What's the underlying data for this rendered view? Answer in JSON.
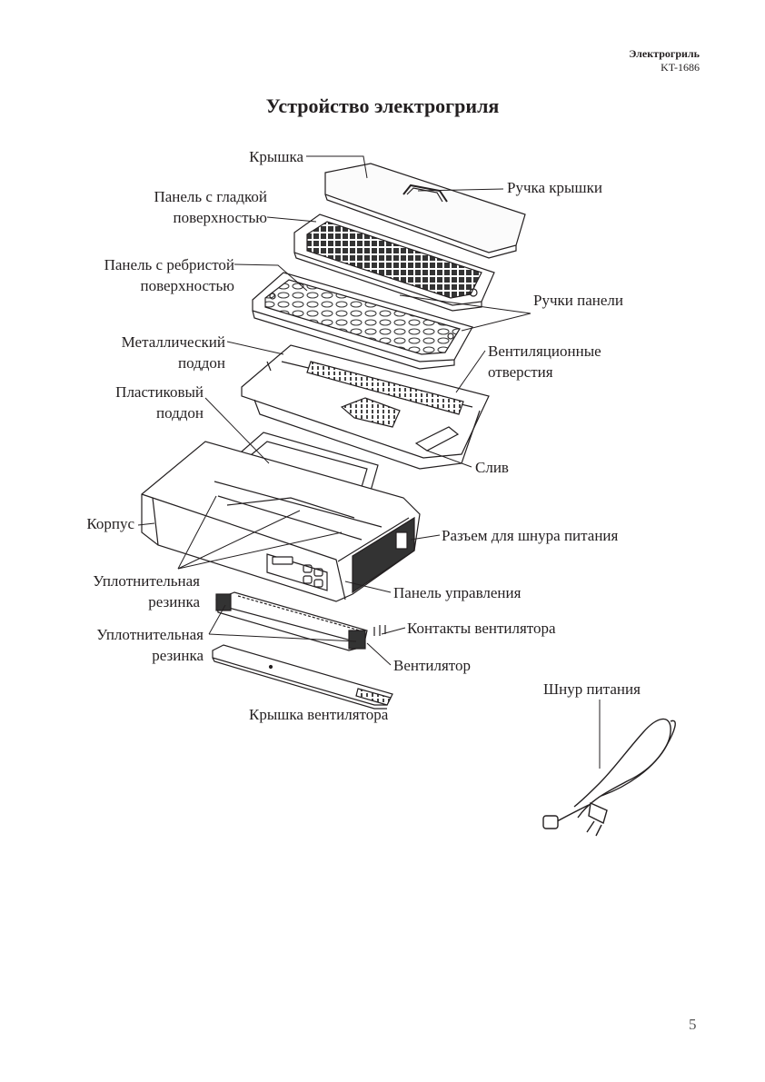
{
  "header": {
    "product": "Электрогриль",
    "model": "KT-1686"
  },
  "page_title": "Устройство электрогриля",
  "labels": {
    "lid": "Крышка",
    "lid_handle": "Ручка крышки",
    "smooth_panel_1": "Панель с гладкой",
    "smooth_panel_2": "поверхностью",
    "ribbed_panel_1": "Панель с ребристой",
    "ribbed_panel_2": "поверхностью",
    "panel_handles": "Ручки панели",
    "metal_tray_1": "Металлический",
    "metal_tray_2": "поддон",
    "vents_1": "Вентиляционные",
    "vents_2": "отверстия",
    "plastic_tray_1": "Пластиковый",
    "plastic_tray_2": "поддон",
    "drain": "Слив",
    "body": "Корпус",
    "power_socket": "Разъем для шнура питания",
    "seal_1a": "Уплотнительная",
    "seal_1b": "резинка",
    "control_panel": "Панель управления",
    "fan_contacts": "Контакты вентилятора",
    "seal_2a": "Уплотнительная",
    "seal_2b": "резинка",
    "fan": "Вентилятор",
    "fan_cover": "Крышка вентилятора",
    "power_cord": "Шнур питания"
  },
  "page_number": "5"
}
